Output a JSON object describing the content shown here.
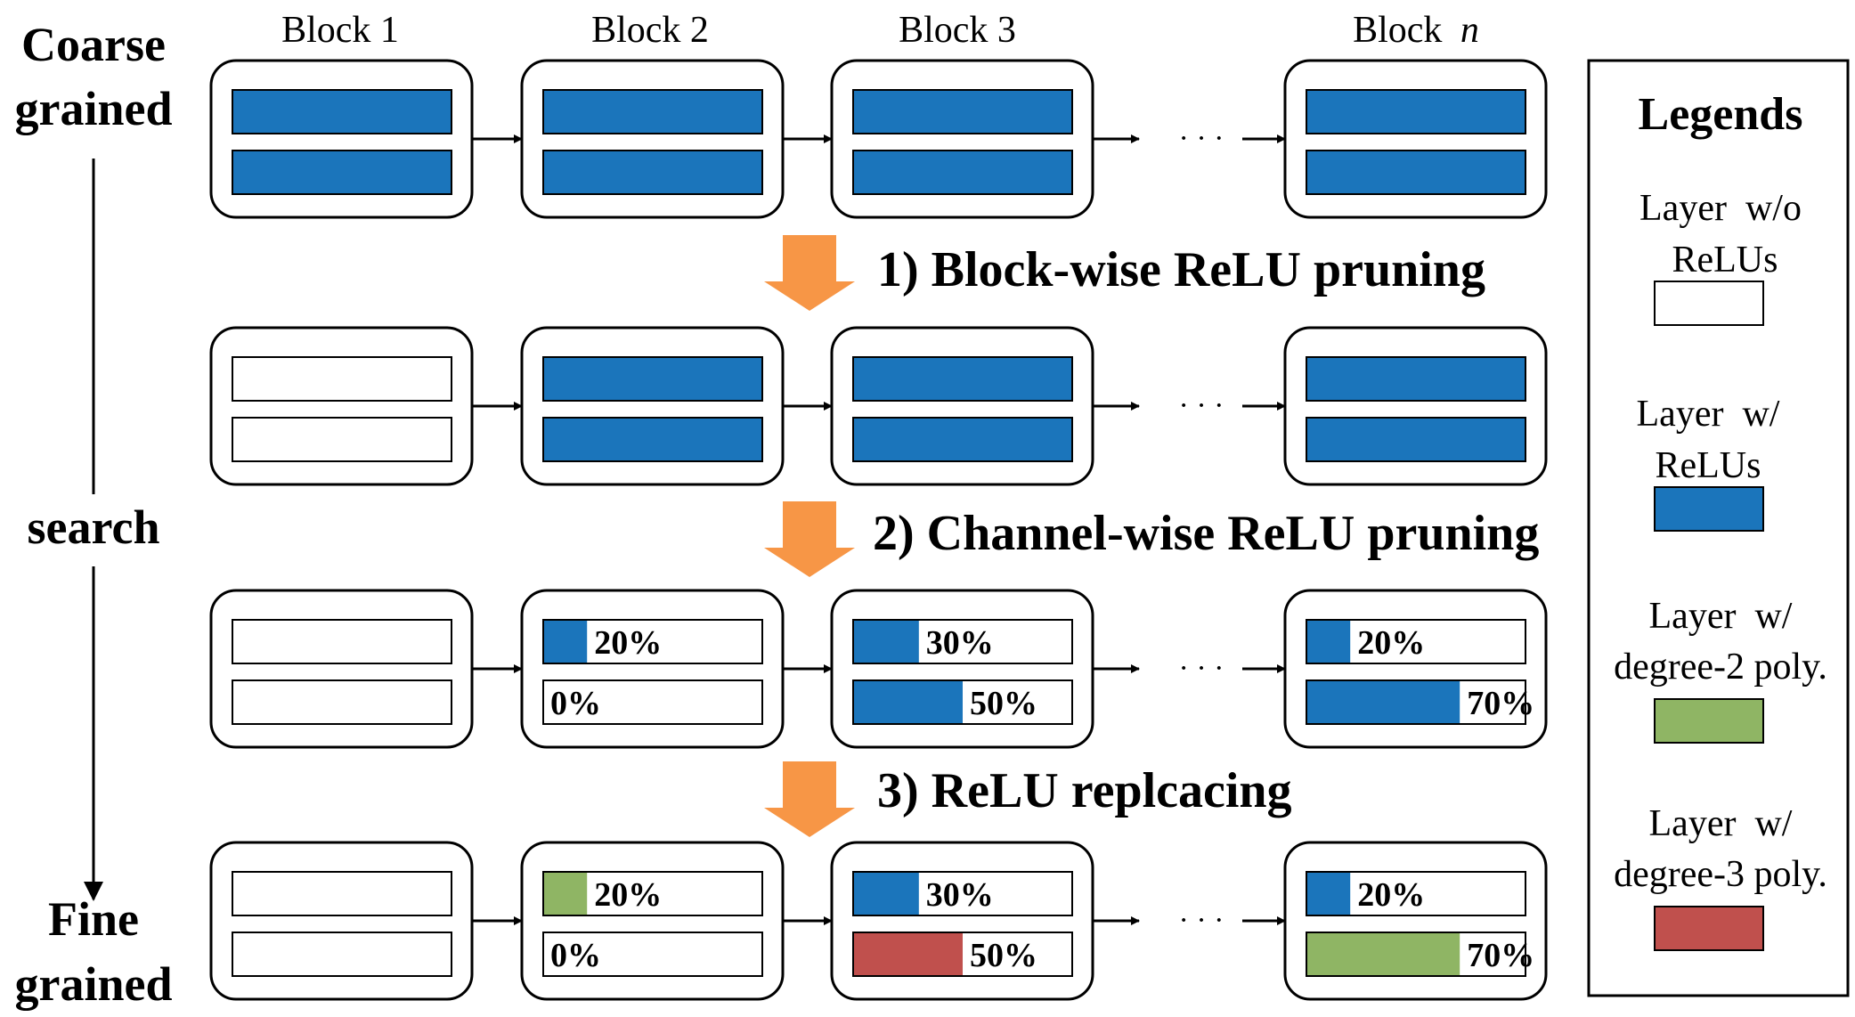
{
  "colors": {
    "relu": "#1b75bb",
    "empty": "#ffffff",
    "poly2": "#8fb564",
    "poly3": "#c0504d",
    "arrow": "#f79646",
    "stroke": "#000000"
  },
  "axis": {
    "top_label_line1": "Coarse",
    "top_label_line2": "grained",
    "middle_label": "search",
    "bottom_label_line1": "Fine",
    "bottom_label_line2": "grained"
  },
  "block_headers": {
    "b1": "Block 1",
    "b2": "Block 2",
    "b3": "Block 3",
    "bn_prefix": "Block",
    "bn_suffix": "n"
  },
  "ellipsis": "· · ·",
  "steps": [
    {
      "label": "1) Block-wise ReLU pruning"
    },
    {
      "label": "2) Channel-wise ReLU pruning"
    },
    {
      "label": "3) ReLU replcacing"
    }
  ],
  "rows": [
    {
      "blocks": [
        {
          "layers": [
            {
              "fill": 1,
              "type": "relu",
              "label": ""
            },
            {
              "fill": 1,
              "type": "relu",
              "label": ""
            }
          ]
        },
        {
          "layers": [
            {
              "fill": 1,
              "type": "relu",
              "label": ""
            },
            {
              "fill": 1,
              "type": "relu",
              "label": ""
            }
          ]
        },
        {
          "layers": [
            {
              "fill": 1,
              "type": "relu",
              "label": ""
            },
            {
              "fill": 1,
              "type": "relu",
              "label": ""
            }
          ]
        },
        {
          "layers": [
            {
              "fill": 1,
              "type": "relu",
              "label": ""
            },
            {
              "fill": 1,
              "type": "relu",
              "label": ""
            }
          ]
        }
      ]
    },
    {
      "blocks": [
        {
          "layers": [
            {
              "fill": 0,
              "type": "relu",
              "label": ""
            },
            {
              "fill": 0,
              "type": "relu",
              "label": ""
            }
          ]
        },
        {
          "layers": [
            {
              "fill": 1,
              "type": "relu",
              "label": ""
            },
            {
              "fill": 1,
              "type": "relu",
              "label": ""
            }
          ]
        },
        {
          "layers": [
            {
              "fill": 1,
              "type": "relu",
              "label": ""
            },
            {
              "fill": 1,
              "type": "relu",
              "label": ""
            }
          ]
        },
        {
          "layers": [
            {
              "fill": 1,
              "type": "relu",
              "label": ""
            },
            {
              "fill": 1,
              "type": "relu",
              "label": ""
            }
          ]
        }
      ]
    },
    {
      "blocks": [
        {
          "layers": [
            {
              "fill": 0,
              "type": "relu",
              "label": ""
            },
            {
              "fill": 0,
              "type": "relu",
              "label": ""
            }
          ]
        },
        {
          "layers": [
            {
              "fill": 0.2,
              "type": "relu",
              "label": "20%"
            },
            {
              "fill": 0,
              "type": "relu",
              "label": "0%"
            }
          ]
        },
        {
          "layers": [
            {
              "fill": 0.3,
              "type": "relu",
              "label": "30%"
            },
            {
              "fill": 0.5,
              "type": "relu",
              "label": "50%"
            }
          ]
        },
        {
          "layers": [
            {
              "fill": 0.2,
              "type": "relu",
              "label": "20%"
            },
            {
              "fill": 0.7,
              "type": "relu",
              "label": "70%"
            }
          ]
        }
      ]
    },
    {
      "blocks": [
        {
          "layers": [
            {
              "fill": 0,
              "type": "relu",
              "label": ""
            },
            {
              "fill": 0,
              "type": "relu",
              "label": ""
            }
          ]
        },
        {
          "layers": [
            {
              "fill": 0.2,
              "type": "poly2",
              "label": "20%"
            },
            {
              "fill": 0,
              "type": "relu",
              "label": "0%"
            }
          ]
        },
        {
          "layers": [
            {
              "fill": 0.3,
              "type": "relu",
              "label": "30%"
            },
            {
              "fill": 0.5,
              "type": "poly3",
              "label": "50%"
            }
          ]
        },
        {
          "layers": [
            {
              "fill": 0.2,
              "type": "relu",
              "label": "20%"
            },
            {
              "fill": 0.7,
              "type": "poly2",
              "label": "70%"
            }
          ]
        }
      ]
    }
  ],
  "legend": {
    "title": "Legends",
    "items": [
      {
        "line1": "Layer  w/o",
        "line2": "ReLUs",
        "type": "empty"
      },
      {
        "line1": "Layer  w/",
        "line2": "ReLUs",
        "type": "relu"
      },
      {
        "line1": "Layer  w/",
        "line2": "degree-2 poly.",
        "type": "poly2"
      },
      {
        "line1": "Layer  w/",
        "line2": "degree-3 poly.",
        "type": "poly3"
      }
    ]
  }
}
